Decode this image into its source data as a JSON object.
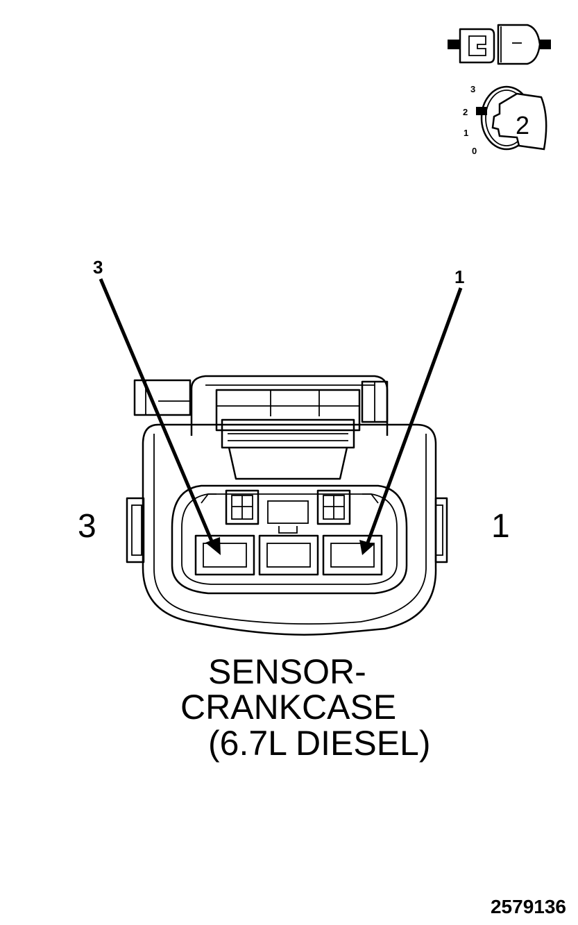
{
  "connector_icon": {
    "lock_scale": [
      "3",
      "2",
      "1",
      "0"
    ],
    "position": "2"
  },
  "pointer_labels": {
    "left": "3",
    "right": "1"
  },
  "side_labels": {
    "left": "3",
    "right": "1"
  },
  "title": {
    "line1": "SENSOR-",
    "line2": "CRANKCASE",
    "line3": "(6.7L DIESEL)"
  },
  "figure_number": "2579136"
}
